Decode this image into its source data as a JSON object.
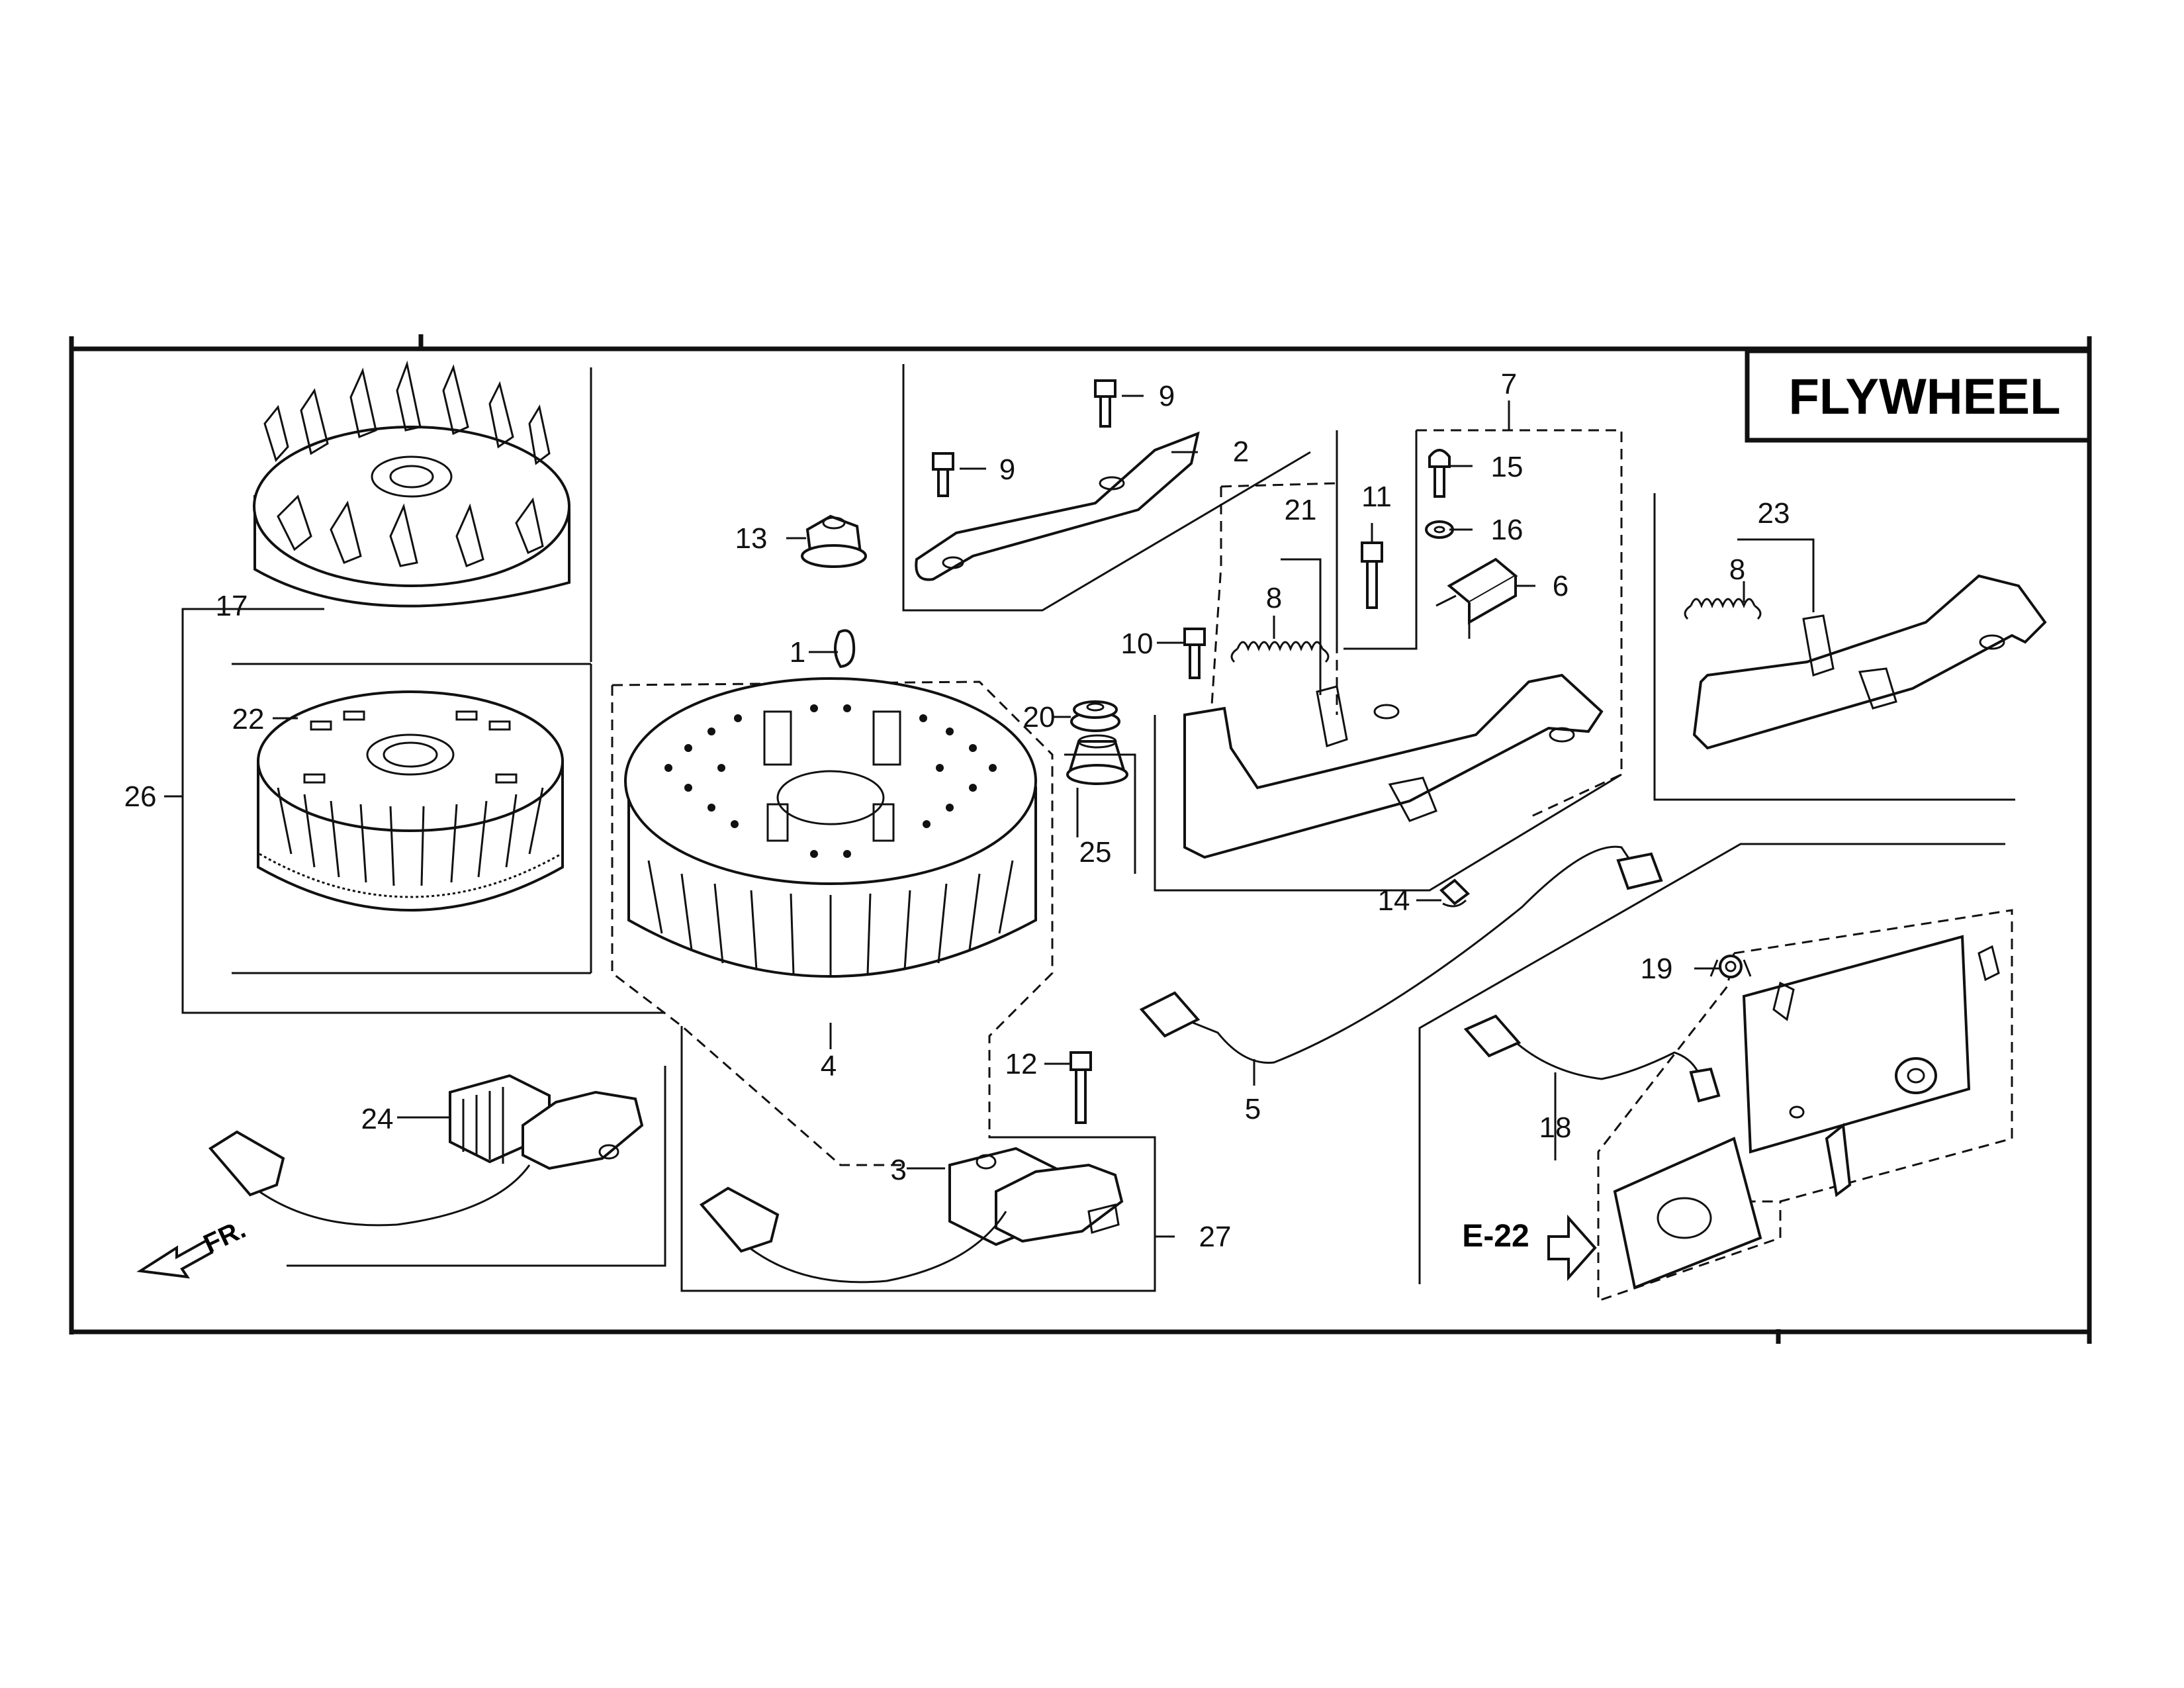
{
  "title": "FLYWHEEL",
  "reference": "E-22",
  "front_marker": "FR.",
  "callouts": {
    "p1": "1",
    "p2": "2",
    "p3": "3",
    "p4": "4",
    "p5": "5",
    "p6": "6",
    "p7": "7",
    "p8a": "8",
    "p8b": "8",
    "p9a": "9",
    "p9b": "9",
    "p10": "10",
    "p11": "11",
    "p12": "12",
    "p13": "13",
    "p14": "14",
    "p15": "15",
    "p16": "16",
    "p17": "17",
    "p18": "18",
    "p19": "19",
    "p20": "20",
    "p21": "21",
    "p22": "22",
    "p23": "23",
    "p24": "24",
    "p25": "25",
    "p26": "26",
    "p27": "27"
  }
}
